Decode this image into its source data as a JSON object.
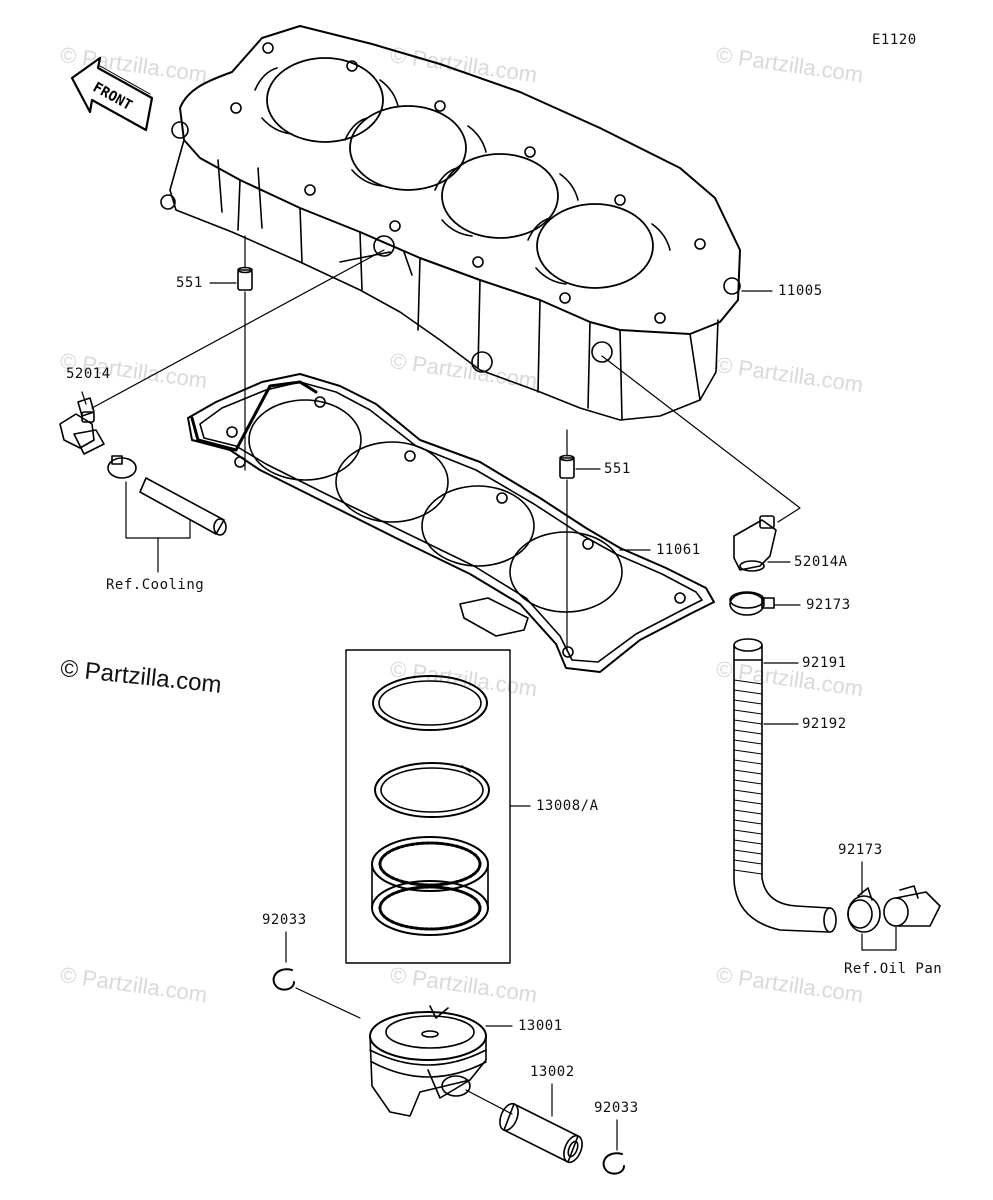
{
  "diagram_code": "E1120",
  "copyright": "© Partzilla.com",
  "watermark": "© Partzilla.com",
  "front_arrow_label": "FRONT",
  "parts": {
    "cylinder": "11005",
    "dowel_upper": "551",
    "dowel_lower": "551",
    "fitting_left": "52014",
    "fitting_right": "52014A",
    "gasket": "11061",
    "clamp_upper": "92173",
    "hose": "92191",
    "hose_tube": "92192",
    "clamp_lower": "92173",
    "ring_set": "13008/A",
    "snap_ring_left": "92033",
    "piston": "13001",
    "piston_pin": "13002",
    "snap_ring_right": "92033"
  },
  "refs": {
    "cooling": "Ref.Cooling",
    "oil_pan": "Ref.Oil Pan"
  }
}
